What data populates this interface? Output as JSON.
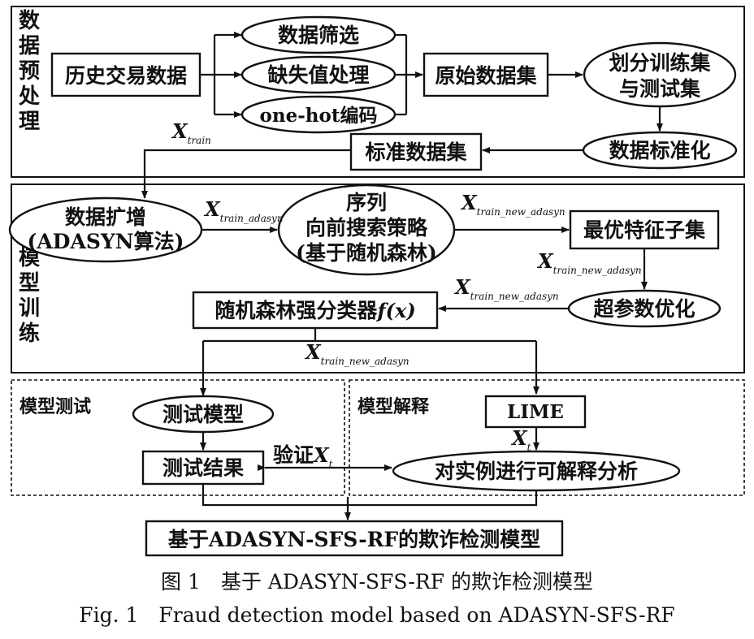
{
  "sections": {
    "preprocess": "数据预处理",
    "training": "模型训练",
    "testing": "模型测试",
    "explain": "模型解释"
  },
  "nodes": {
    "history": "历史交易数据",
    "filter": "数据筛选",
    "missing": "缺失值处理",
    "onehot": "one-hot编码",
    "raw": "原始数据集",
    "split_line1": "划分训练集",
    "split_line2": "与测试集",
    "standardize": "数据标准化",
    "std_set": "标准数据集",
    "aug_line1": "数据扩增",
    "aug_line2": "(ADASYN算法)",
    "sfs_line1": "序列",
    "sfs_line2": "向前搜索策略",
    "sfs_line3": "(基于随机森林)",
    "best": "最优特征子集",
    "hyper": "超参数优化",
    "rf_text": "随机森林强分类器",
    "rf_func": "f(x)",
    "test_model": "测试模型",
    "test_result": "测试结果",
    "lime": "LIME",
    "instance": "对实例进行可解释分析",
    "final": "基于ADASYN-SFS-RF的欺诈检测模型"
  },
  "edge_labels": {
    "x": "X",
    "train": "train",
    "train_adasyn": "train_adasyn",
    "train_new_adasyn": "train_new_adasyn",
    "t": "t",
    "verify": "验证"
  },
  "caption": {
    "zh": "图 1　基于 ADASYN-SFS-RF 的欺诈检测模型",
    "en": "Fig.  1　Fraud detection model based on ADASYN-SFS-RF"
  }
}
